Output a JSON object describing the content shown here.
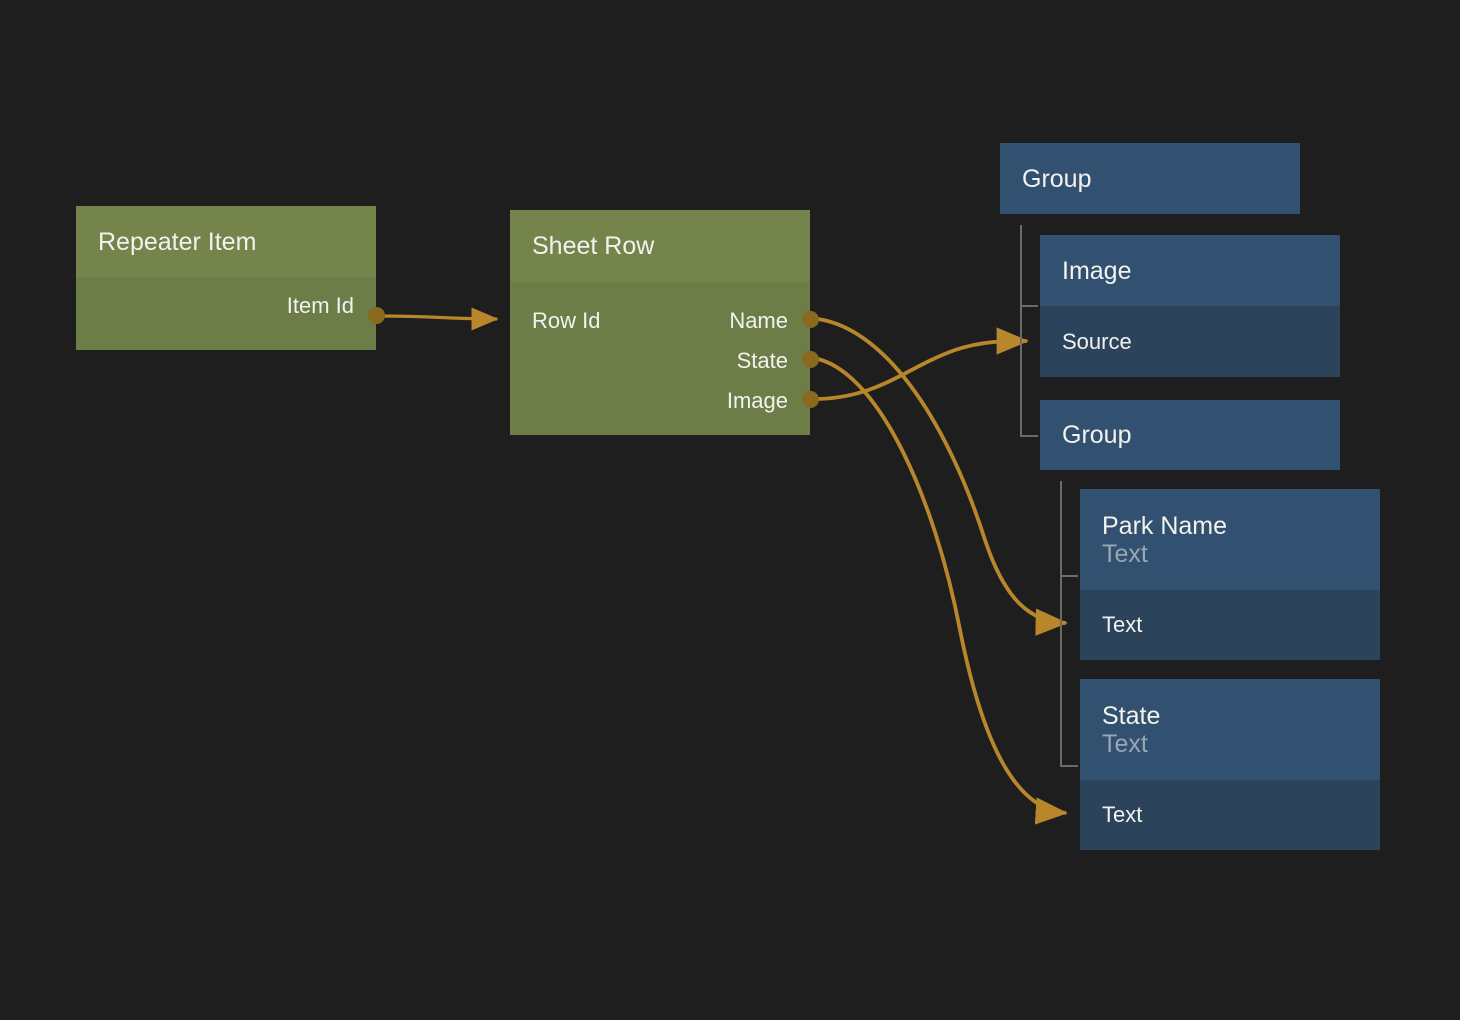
{
  "canvas": {
    "background": "#1e1e1e",
    "wire_color": "#b8862b",
    "port_color": "#8a6a1e",
    "bracket_color": "#6b6b6b",
    "green_header": "#74844a",
    "green_body": "#6d7d47",
    "blue_header": "#325070",
    "blue_body": "#2c435c"
  },
  "nodes": {
    "repeater_item": {
      "title": "Repeater Item",
      "output_port": "Item Id"
    },
    "sheet_row": {
      "title": "Sheet Row",
      "input_port": "Row Id",
      "output_ports": [
        "Name",
        "State",
        "Image"
      ]
    },
    "group_top": {
      "title": "Group"
    },
    "image": {
      "title": "Image",
      "input_port": "Source"
    },
    "group_bottom": {
      "title": "Group"
    },
    "park_name": {
      "title": "Park Name",
      "subtitle": "Text",
      "input_port": "Text"
    },
    "state": {
      "title": "State",
      "subtitle": "Text",
      "input_port": "Text"
    }
  },
  "connections": [
    {
      "from": "repeater_item.Item Id",
      "to": "sheet_row.Row Id"
    },
    {
      "from": "sheet_row.Name",
      "to": "park_name.Text"
    },
    {
      "from": "sheet_row.State",
      "to": "state.Text"
    },
    {
      "from": "sheet_row.Image",
      "to": "image.Source"
    }
  ]
}
